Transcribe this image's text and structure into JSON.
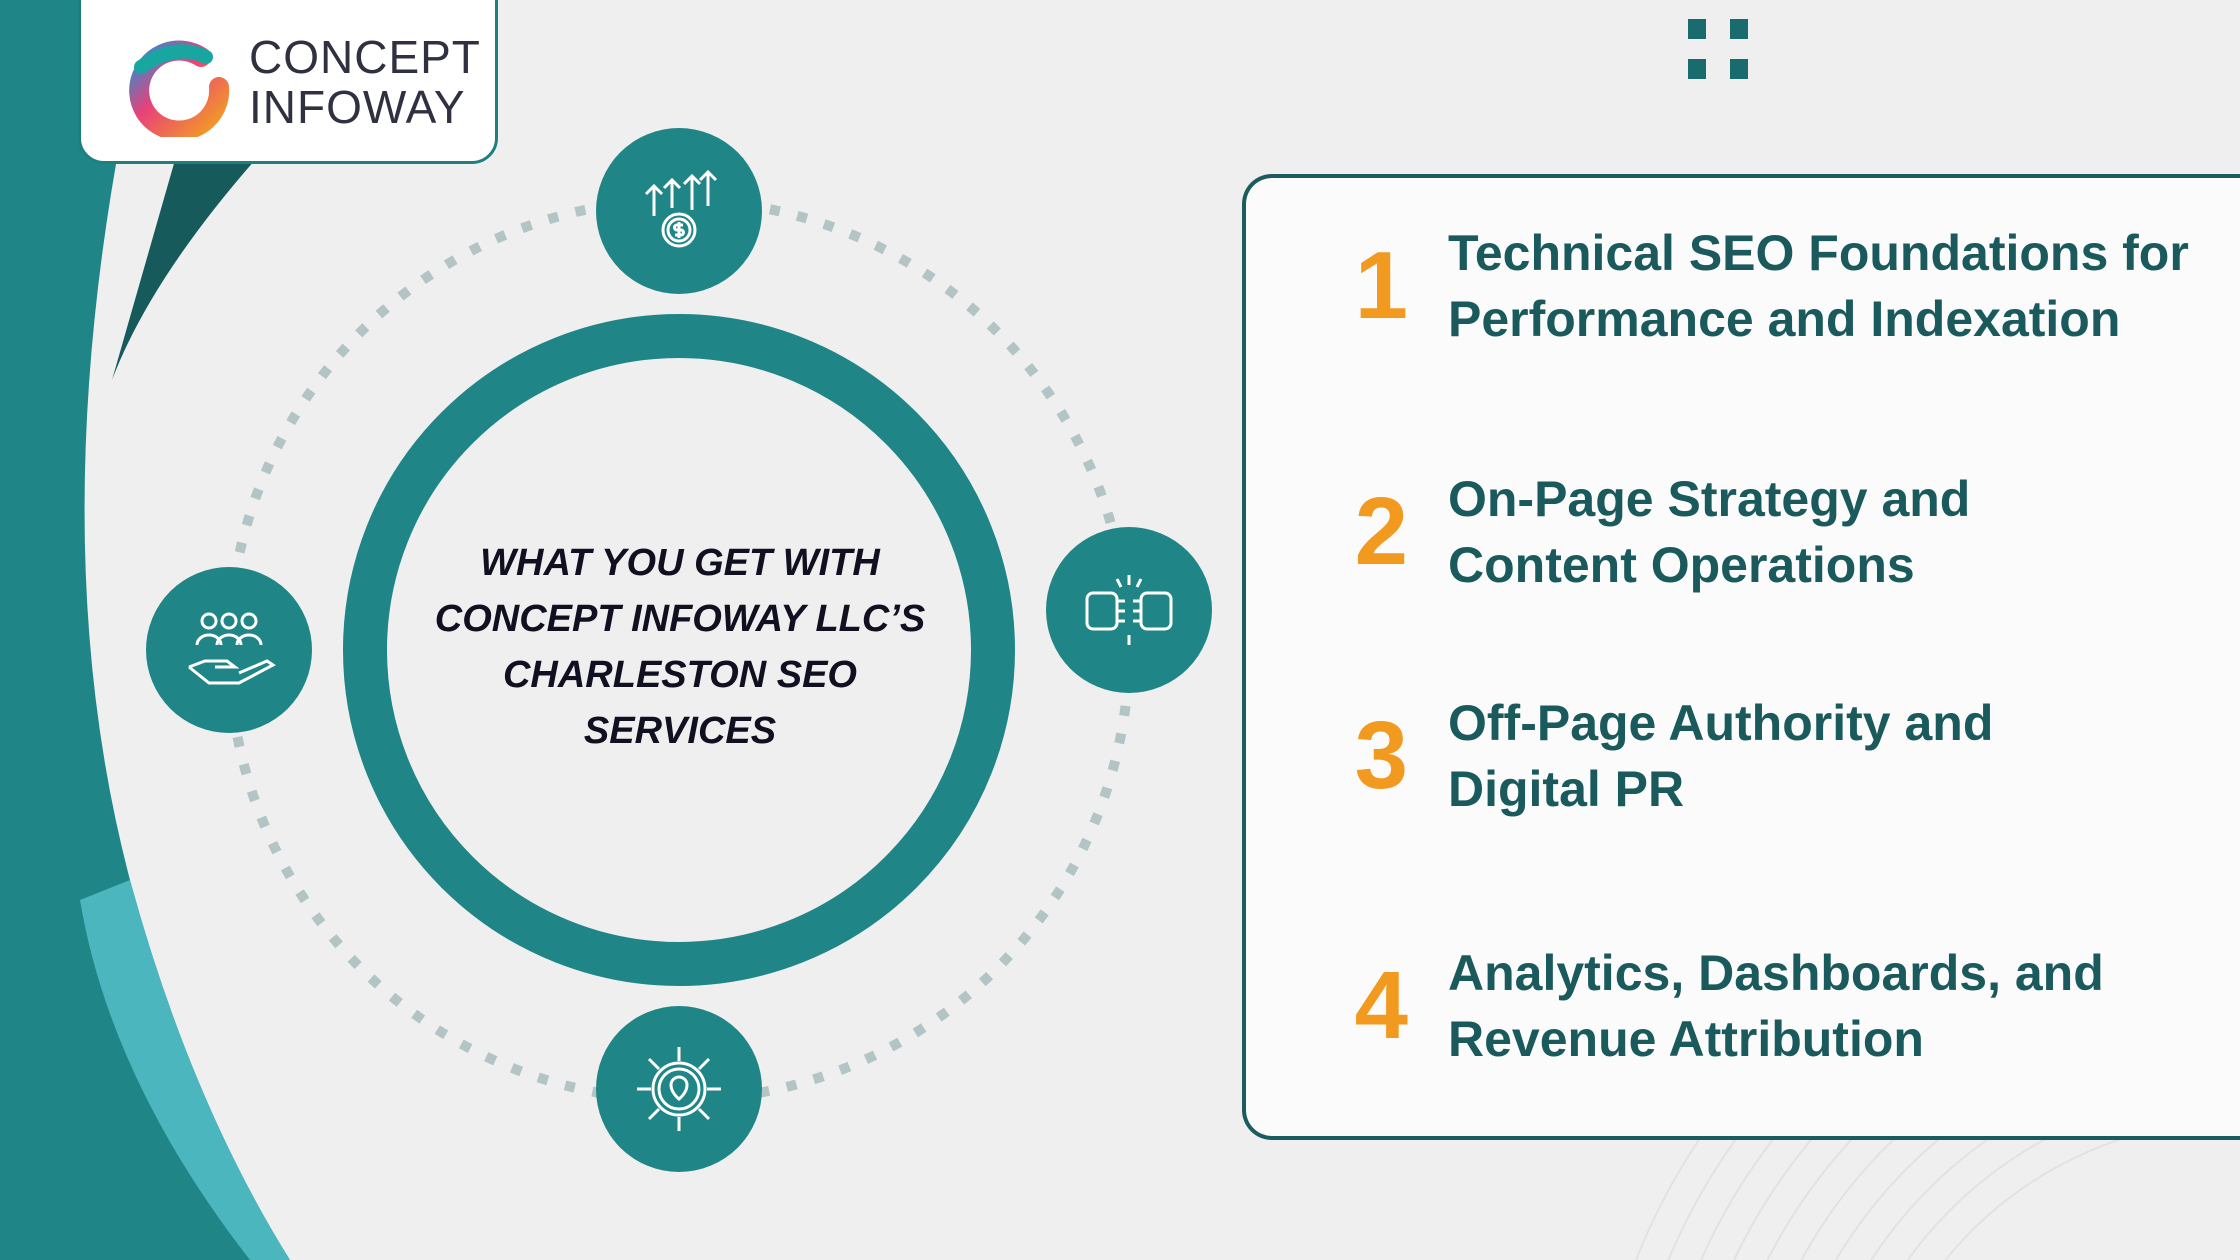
{
  "logo": {
    "line1": "CONCEPT",
    "line2": "INFOWAY"
  },
  "center": {
    "title": "WHAT YOU GET WITH CONCEPT INFOWAY LLC’S CHARLESTON SEO SERVICES"
  },
  "icons": [
    "revenue-growth-icon",
    "fist-bump-icon",
    "global-location-icon",
    "community-hand-icon"
  ],
  "items": [
    {
      "number": "1",
      "title": "Technical SEO Foundations for Performance and Indexation"
    },
    {
      "number": "2",
      "title": "On-Page Strategy and Content Operations"
    },
    {
      "number": "3",
      "title": "Off-Page Authority and Digital PR"
    },
    {
      "number": "4",
      "title": "Analytics, Dashboards, and Revenue Attribution"
    }
  ],
  "colors": {
    "teal": "#1f8587",
    "dark_teal": "#1b5a5c",
    "orange": "#f19a1f",
    "background": "#efefef"
  }
}
